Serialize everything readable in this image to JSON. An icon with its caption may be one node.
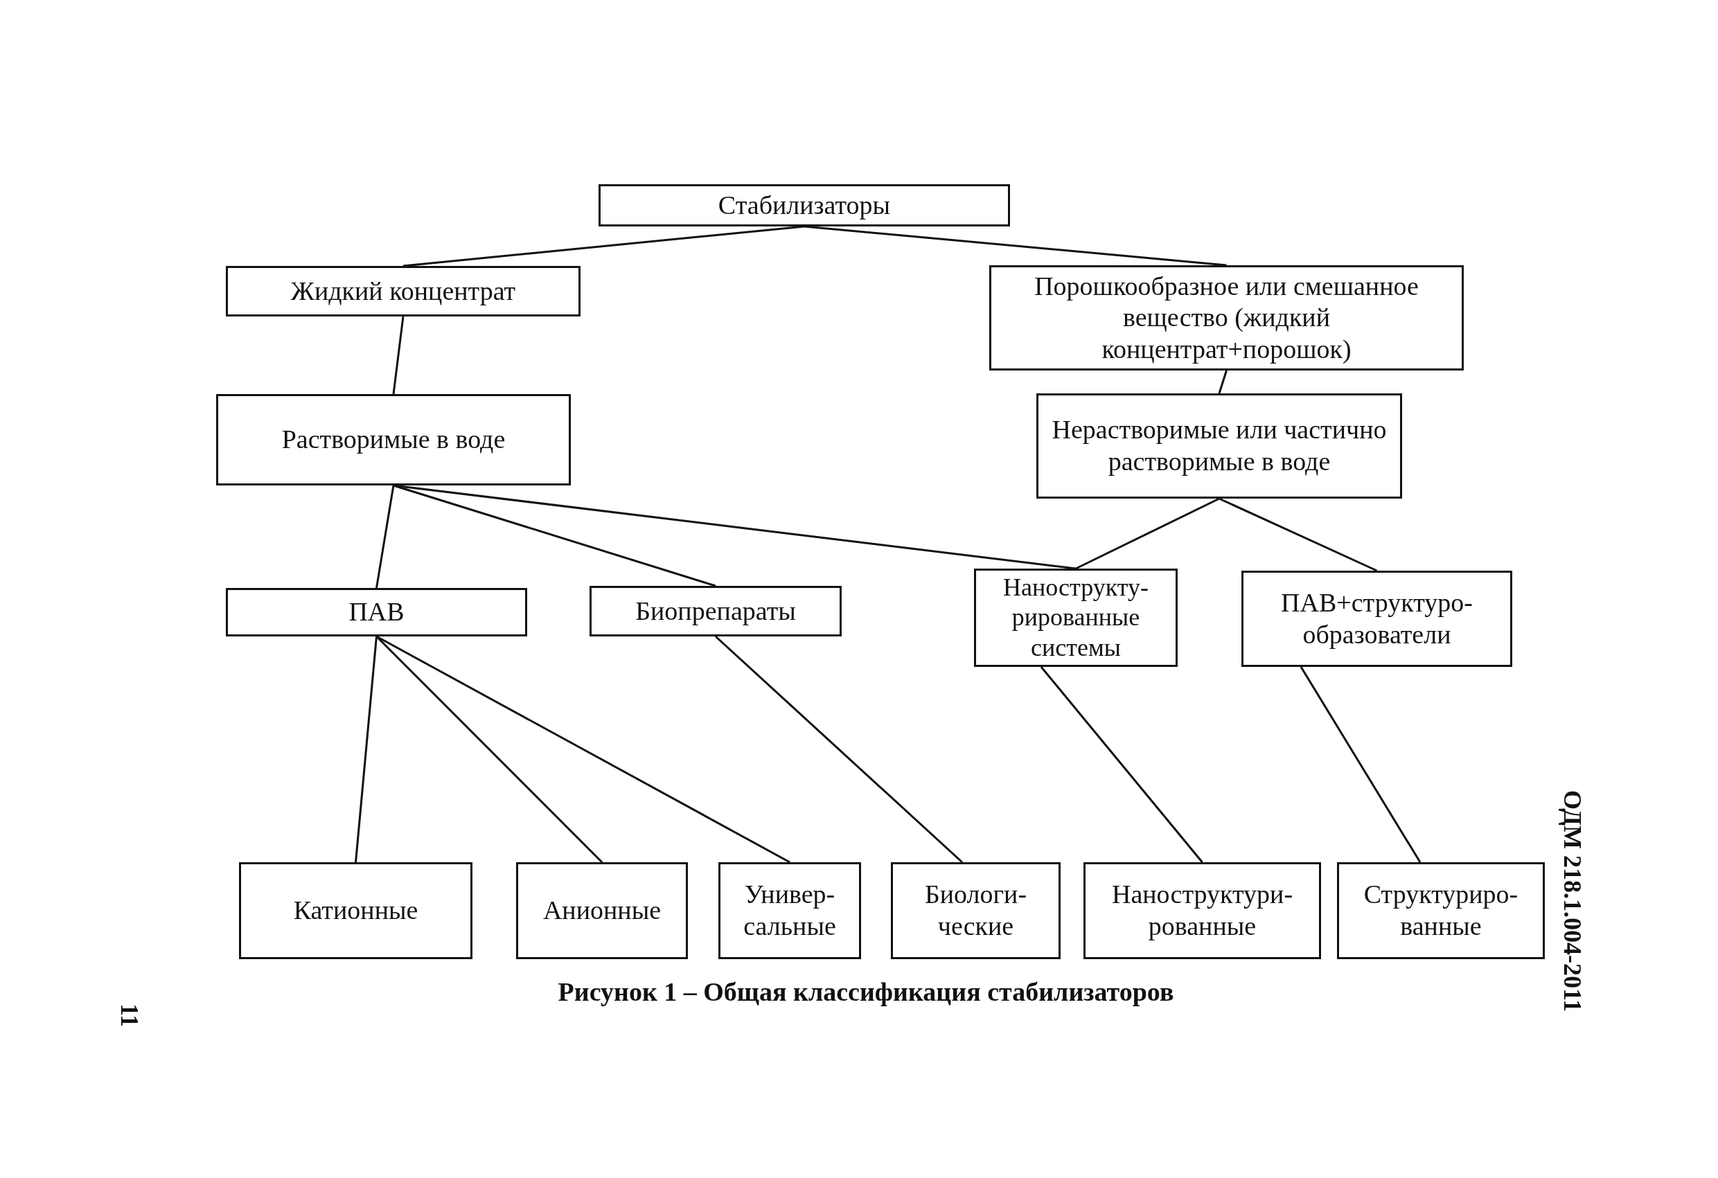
{
  "diagram": {
    "caption": "Рисунок 1 – Общая классификация стабилизаторов",
    "nodes": [
      {
        "text": [
          "Стабилизаторы"
        ]
      },
      {
        "text": [
          "Жидкий концентрат"
        ]
      },
      {
        "text": [
          "Порошкообразное или смешанное вещество (жидкий концентрат+порошок)"
        ]
      },
      {
        "text": [
          "Растворимые в воде"
        ]
      },
      {
        "text": [
          "Нерастворимые или частично растворимые в воде"
        ]
      },
      {
        "text": [
          "ПАВ"
        ]
      },
      {
        "text": [
          "Биопрепараты"
        ]
      },
      {
        "text": [
          "Нанострукту-рированные системы"
        ]
      },
      {
        "text": [
          "ПАВ+структуро-образователи"
        ]
      },
      {
        "text": [
          "Катионные"
        ]
      },
      {
        "text": [
          "Анионные"
        ]
      },
      {
        "text": [
          "Универ-сальные"
        ]
      },
      {
        "text": [
          "Биологи-ческие"
        ]
      },
      {
        "text": [
          "Наноструктури-рованные"
        ]
      },
      {
        "text": [
          "Структуриро-ванные"
        ]
      }
    ],
    "edges": [
      {
        "from": 0,
        "to": 1,
        "arrow": "none"
      },
      {
        "from": 0,
        "to": 2,
        "arrow": "none"
      },
      {
        "from": 1,
        "to": 3,
        "arrow": "none"
      },
      {
        "from": 2,
        "to": 4,
        "arrow": "none"
      },
      {
        "from": 3,
        "to": 5,
        "arrow": "none"
      },
      {
        "from": 3,
        "to": 6,
        "arrow": "none"
      },
      {
        "from": 3,
        "to": 7,
        "arrow": "none"
      },
      {
        "from": 4,
        "to": 7,
        "arrow": "none"
      },
      {
        "from": 4,
        "to": 8,
        "arrow": "none"
      },
      {
        "from": 5,
        "to": 9,
        "arrow": "none"
      },
      {
        "from": 5,
        "to": 10,
        "arrow": "none"
      },
      {
        "from": 5,
        "to": 11,
        "arrow": "none"
      },
      {
        "from": 6,
        "to": 12,
        "arrow": "none"
      },
      {
        "from": 7,
        "to": 13,
        "arrow": "none"
      },
      {
        "from": 8,
        "to": 14,
        "arrow": "none"
      }
    ],
    "labels": [
      "ОДМ 218.1.004-2011",
      "11"
    ]
  }
}
